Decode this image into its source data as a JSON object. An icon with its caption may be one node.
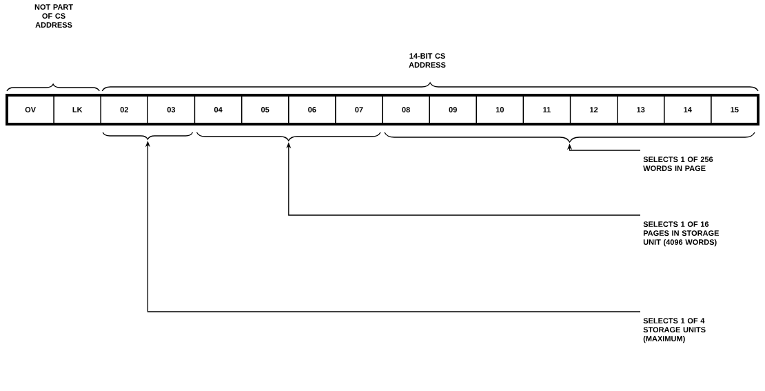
{
  "diagram": {
    "nodes": [
      {
        "text": [
          "OV"
        ]
      },
      {
        "text": [
          "LK"
        ]
      },
      {
        "text": [
          "02"
        ]
      },
      {
        "text": [
          "03"
        ]
      },
      {
        "text": [
          "04"
        ]
      },
      {
        "text": [
          "05"
        ]
      },
      {
        "text": [
          "06"
        ]
      },
      {
        "text": [
          "07"
        ]
      },
      {
        "text": [
          "08"
        ]
      },
      {
        "text": [
          "09"
        ]
      },
      {
        "text": [
          "10"
        ]
      },
      {
        "text": [
          "11"
        ]
      },
      {
        "text": [
          "12"
        ]
      },
      {
        "text": [
          "13"
        ]
      },
      {
        "text": [
          "14"
        ]
      },
      {
        "text": [
          "15"
        ]
      },
      {
        "text": [
          "SELECTS 1 OF 256 WORDS IN PAGE"
        ]
      },
      {
        "text": [
          "SELECTS 1 OF 16 PAGES IN STORAGE UNIT (4096 WORDS)"
        ]
      },
      {
        "text": [
          "SELECTS 1 OF 4 STORAGE UNITS (MAXIMUM)"
        ]
      },
      {
        "text": [],
        "shape": "brace"
      },
      {
        "text": [],
        "shape": "brace"
      },
      {
        "text": [],
        "shape": "brace"
      }
    ],
    "edges": [
      {
        "from": 16,
        "to": 21,
        "arrow": "to"
      },
      {
        "from": 17,
        "to": 20,
        "arrow": "to"
      },
      {
        "from": 18,
        "to": 19,
        "arrow": "to"
      }
    ],
    "labels": [
      "NOT PART OF CS ADDRESS",
      "14-BIT CS ADDRESS"
    ]
  }
}
